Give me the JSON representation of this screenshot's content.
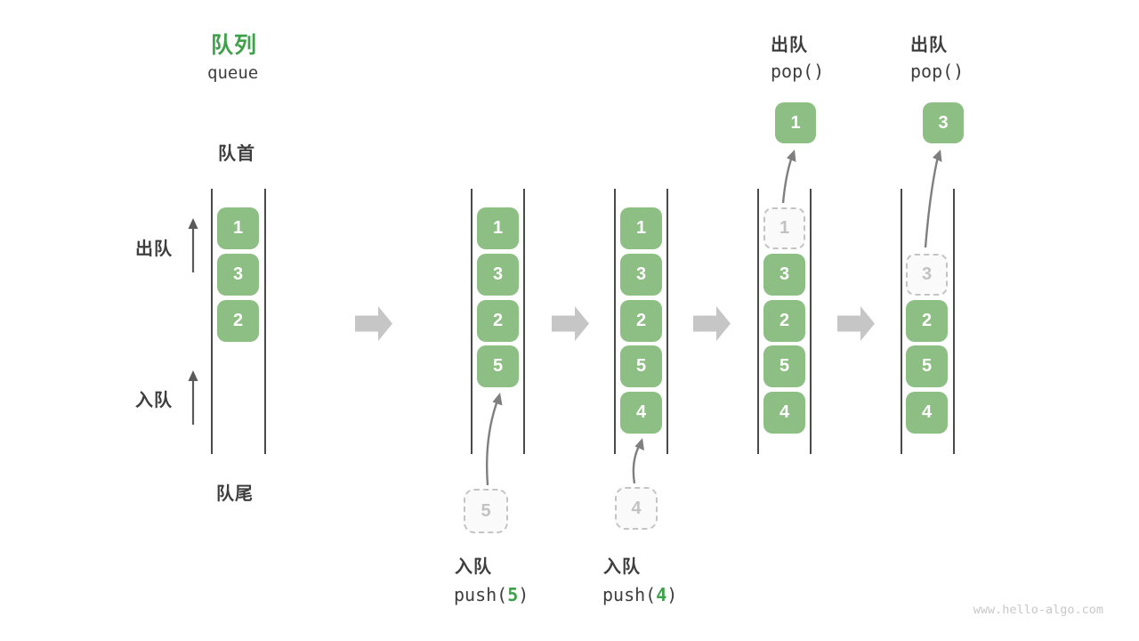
{
  "header": {
    "title_zh": "队列",
    "title_en": "queue"
  },
  "side_labels": {
    "front": "队首",
    "rear": "队尾",
    "dequeue": "出队",
    "enqueue": "入队"
  },
  "pop_ops": [
    {
      "label": "出队",
      "code": "pop()",
      "value": "1"
    },
    {
      "label": "出队",
      "code": "pop()",
      "value": "3"
    }
  ],
  "push_ops": [
    {
      "label": "入队",
      "code_prefix": "push(",
      "arg": "5",
      "code_suffix": ")"
    },
    {
      "label": "入队",
      "code_prefix": "push(",
      "arg": "4",
      "code_suffix": ")"
    }
  ],
  "states": [
    {
      "slots": [
        {
          "value": "1"
        },
        {
          "value": "3"
        },
        {
          "value": "2"
        }
      ]
    },
    {
      "slots": [
        {
          "value": "1"
        },
        {
          "value": "3"
        },
        {
          "value": "2"
        },
        {
          "value": "5"
        }
      ],
      "staged": {
        "value": "5"
      }
    },
    {
      "slots": [
        {
          "value": "1"
        },
        {
          "value": "3"
        },
        {
          "value": "2"
        },
        {
          "value": "5"
        },
        {
          "value": "4"
        }
      ],
      "staged": {
        "value": "4"
      }
    },
    {
      "slots": [
        {
          "value": "1",
          "ghost": true
        },
        {
          "value": "3"
        },
        {
          "value": "2"
        },
        {
          "value": "5"
        },
        {
          "value": "4"
        }
      ],
      "popped": {
        "value": "1"
      }
    },
    {
      "slots": [
        {
          "value": "3",
          "ghost": true
        },
        {
          "value": "2"
        },
        {
          "value": "5"
        },
        {
          "value": "4"
        }
      ],
      "popped": {
        "value": "3"
      }
    }
  ],
  "watermark": "www.hello-algo.com",
  "colors": {
    "box_green": "#8DBE83",
    "accent_green": "#3FA14A",
    "ghost_border": "#C4C4C4",
    "ghost_text": "#C2C2C2",
    "ghost_fill": "#FAFAFA",
    "wall": "#4A4A4A",
    "label_text": "#3E3E3E",
    "flow_arrow": "#C6C6C6",
    "op_arrow": "#7F7F7F",
    "side_arrow": "#5A5A5A",
    "watermark": "#C8C8C8"
  }
}
